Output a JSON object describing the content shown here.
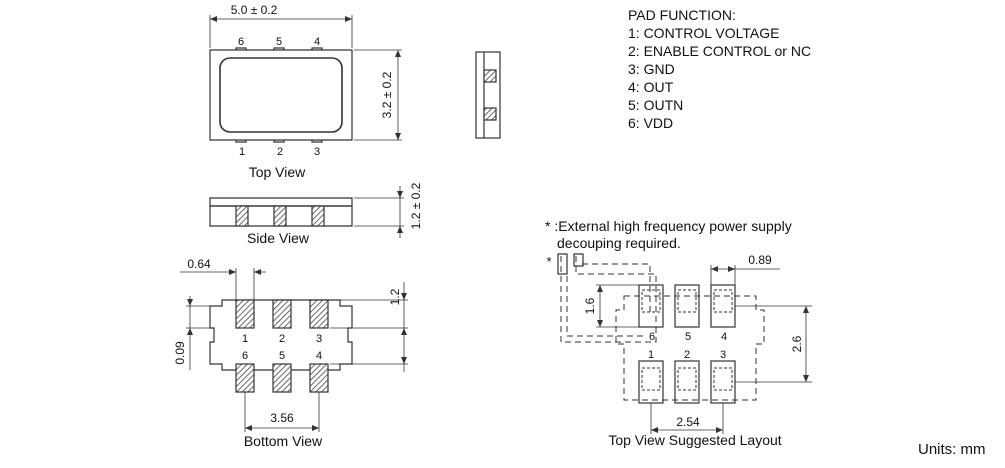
{
  "top_view": {
    "width_dim": "5.0 ± 0.2",
    "height_dim": "3.2 ± 0.2",
    "pins_top": [
      "6",
      "5",
      "4"
    ],
    "pins_bottom": [
      "1",
      "2",
      "3"
    ],
    "caption": "Top View"
  },
  "side_view": {
    "height_dim": "1.2 ± 0.2",
    "caption": "Side View"
  },
  "bottom_view": {
    "pad_width_dim": "0.64",
    "pad_height_dim": "1.2",
    "offset_dim": "0.09",
    "pitch_dim": "3.56",
    "pins_top": [
      "1",
      "2",
      "3"
    ],
    "pins_bottom": [
      "6",
      "5",
      "4"
    ],
    "caption": "Bottom View"
  },
  "pad_function": {
    "title": "PAD FUNCTION:",
    "items": [
      "1: CONTROL VOLTAGE",
      "2: ENABLE CONTROL or NC",
      "3: GND",
      "4: OUT",
      "5: OUTN",
      "6: VDD"
    ]
  },
  "note": {
    "line1": "* :External high frequency power supply",
    "line2": "decouping required."
  },
  "layout_view": {
    "star": "*",
    "pad_width_dim": "0.89",
    "pad_height_dim": "1.6",
    "row_pitch_dim": "2.6",
    "col_pitch_dim": "2.54",
    "pins_top": [
      "6",
      "5",
      "4"
    ],
    "pins_bottom": [
      "1",
      "2",
      "3"
    ],
    "caption": "Top View Suggested Layout"
  },
  "units": "Units: mm",
  "colors": {
    "line": "#333333",
    "hatch": "#444444"
  }
}
